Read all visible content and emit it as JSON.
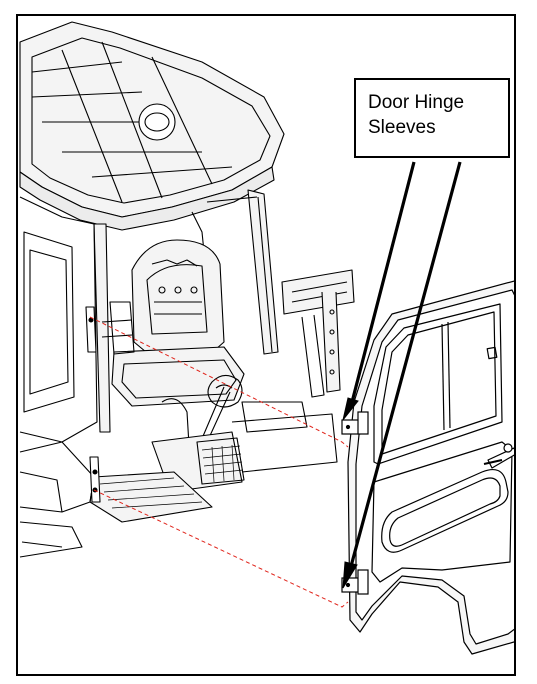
{
  "callout": {
    "line1": "Door Hinge",
    "line2": "Sleeves"
  },
  "colors": {
    "line": "#000000",
    "dashed_guide": "#e0241b",
    "background": "#ffffff",
    "body_fill": "#f4f4f4"
  },
  "icons": [
    "utv-cab-body",
    "seat",
    "steering-wheel",
    "cab-door",
    "hinge-sleeve",
    "leader-arrow"
  ]
}
